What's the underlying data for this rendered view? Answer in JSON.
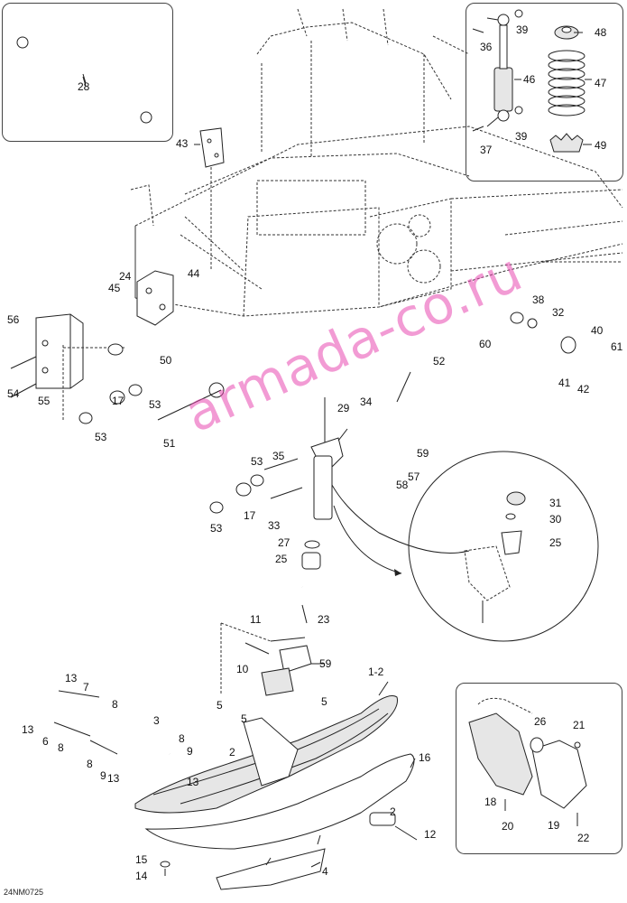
{
  "diagram": {
    "drawing_code": "24NM0725",
    "watermark": "armada-co.ru",
    "callouts": {
      "c1_2": "1-2",
      "c2a": "2",
      "c2b": "2",
      "c3": "3",
      "c4": "4",
      "c5a": "5",
      "c5b": "5",
      "c5c": "5",
      "c6": "6",
      "c7": "7",
      "c8a": "8",
      "c8b": "8",
      "c8c": "8",
      "c8d": "8",
      "c9a": "9",
      "c9b": "9",
      "c10": "10",
      "c11": "11",
      "c12": "12",
      "c13a": "13",
      "c13b": "13",
      "c13c": "13",
      "c14": "14",
      "c15": "15",
      "c16": "16",
      "c17a": "17",
      "c17b": "17",
      "c18": "18",
      "c19": "19",
      "c20": "20",
      "c21": "21",
      "c22": "22",
      "c23": "23",
      "c24": "24",
      "c25a": "25",
      "c25b": "25",
      "c26": "26",
      "c27": "27",
      "c28": "28",
      "c29": "29",
      "c30": "30",
      "c31": "31",
      "c32": "32",
      "c33": "33",
      "c34": "34",
      "c35": "35",
      "c36": "36",
      "c37": "37",
      "c38": "38",
      "c39a": "39",
      "c39b": "39",
      "c40": "40",
      "c41": "41",
      "c42": "42",
      "c43": "43",
      "c44": "44",
      "c45": "45",
      "c46": "46",
      "c47": "47",
      "c48": "48",
      "c49": "49",
      "c50": "50",
      "c51": "51",
      "c52": "52",
      "c53a": "53",
      "c53b": "53",
      "c53c": "53",
      "c53d": "53",
      "c54": "54",
      "c55": "55",
      "c56": "56",
      "c57": "57",
      "c58": "58",
      "c59a": "59",
      "c59b": "59",
      "c60": "60",
      "c61": "61"
    }
  }
}
